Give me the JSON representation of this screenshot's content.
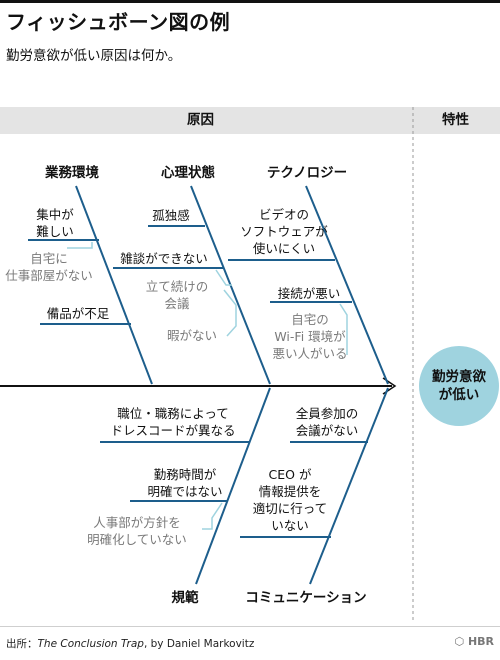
{
  "title": "フィッシュボーン図の例",
  "subtitle": "勤労意欲が低い原因は何か。",
  "header": {
    "causes_label": "原因",
    "effect_label": "特性"
  },
  "effect": "勤労意欲\nが低い",
  "categories": {
    "business_env": "業務環境",
    "psychology": "心理状態",
    "technology": "テクノロジー",
    "rules": "規範",
    "communication": "コミュニケーション"
  },
  "causes": {
    "concentrate": "集中が\n難しい",
    "home_office": "自宅に\n仕事部屋がない",
    "equipment": "備品が不足",
    "isolation": "孤独感",
    "no_chat": "雑談ができない",
    "standing": "立て続けの\n会議",
    "no_time": "暇がない",
    "video": "ビデオの\nソフトウェアが\n使いにくい",
    "connection": "接続が悪い",
    "wifi": "自宅の\nWi-Fi 環境が\n悪い人がいる",
    "dress": "職位・職務によって\nドレスコードが異なる",
    "hours": "勤務時間が\n明確ではない",
    "hr_policy": "人事部が方針を\n明確化していない",
    "all_hands": "全員参加の\n会議がない",
    "ceo": "CEO が\n情報提供を\n適切に行って\nいない"
  },
  "source": {
    "prefix": "出所：",
    "book": "The Conclusion Trap",
    "suffix": ", by Daniel Markovitz"
  },
  "brand": "HBR",
  "colors": {
    "bone": "#1d5e8c",
    "sub_bone": "#9fd3df",
    "spine": "#111111",
    "effect": "#9fd3df",
    "header_bg": "#e4e4e4"
  }
}
